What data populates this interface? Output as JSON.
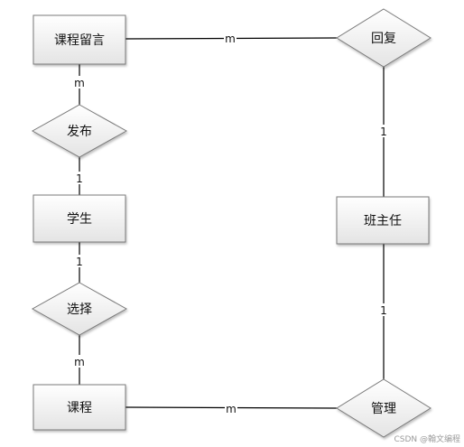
{
  "entities": {
    "course_message": "课程留言",
    "student": "学生",
    "course": "课程",
    "head_teacher": "班主任"
  },
  "relationships": {
    "reply": "回复",
    "publish": "发布",
    "select": "选择",
    "manage": "管理"
  },
  "cardinalities": {
    "message_reply": "m",
    "message_publish": "m",
    "publish_student": "1",
    "student_select": "1",
    "select_course": "m",
    "course_manage": "m",
    "reply_teacher": "1",
    "teacher_manage": "1"
  },
  "watermark": "CSDN @翰文编程",
  "colors": {
    "fill_top": "#ffffff",
    "fill_bottom": "#e6e6e6",
    "stroke": "#7a7a7a",
    "line": "#000000"
  }
}
